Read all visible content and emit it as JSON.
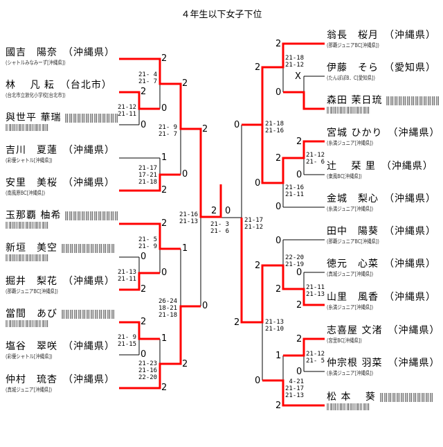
{
  "title": "４年生以下女子下位",
  "left_players": [
    {
      "name": "國吉　陽奈",
      "pref": "（沖縄県）",
      "club": "(シャトルみなみーず[沖縄県])"
    },
    {
      "name": "林　 凡 耘",
      "pref": "（台北市）",
      "club": "(台北市立敦化小学校[台北市])"
    },
    {
      "name": "與世平 華瑞",
      "pref": "",
      "club": ""
    },
    {
      "name": "吉川　夏蓮",
      "pref": "（沖縄県）",
      "club": "(彩優シャトル[沖縄県])"
    },
    {
      "name": "安里　美桜",
      "pref": "（沖縄県）",
      "club": "(南風原BC[沖縄県])"
    },
    {
      "name": "玉那覇 柚希",
      "pref": "",
      "club": ""
    },
    {
      "name": "新垣　美空",
      "pref": "",
      "club": ""
    },
    {
      "name": "掘井　梨花",
      "pref": "（沖縄県）",
      "club": "(那覇ジュニアBC[沖縄県])"
    },
    {
      "name": "當間　あび",
      "pref": "",
      "club": ""
    },
    {
      "name": "塩谷　翠咲",
      "pref": "（沖縄県）",
      "club": "(彩優シャトル[沖縄県])"
    },
    {
      "name": "仲村　琉杏",
      "pref": "（沖縄県）",
      "club": "(真城ジュニア[沖縄県])"
    }
  ],
  "right_players": [
    {
      "name": "翁長　桜月",
      "pref": "（沖縄県）",
      "club": "(那覇ジュニアBC[沖縄県])"
    },
    {
      "name": "伊藤　そら",
      "pref": "（愛知県）",
      "club": "(たんぽぽB．C[愛知県])"
    },
    {
      "name": "森田 茉日琉",
      "pref": "",
      "club": ""
    },
    {
      "name": "宮城 ひかり",
      "pref": "（沖縄県）",
      "club": "(糸満ジュニア[沖縄県])"
    },
    {
      "name": "辻　 栞 里",
      "pref": "（沖縄県）",
      "club": "(東風BC[沖縄県])"
    },
    {
      "name": "金城　梨心",
      "pref": "（沖縄県）",
      "club": "(糸満ジュニア[沖縄県])"
    },
    {
      "name": "田中　陽葵",
      "pref": "（沖縄県）",
      "club": "(那覇ジュニアBC[沖縄県])"
    },
    {
      "name": "徳元　心菜",
      "pref": "（沖縄県）",
      "club": "(真城ジュニア[沖縄県])"
    },
    {
      "name": "山里　風香",
      "pref": "（沖縄県）",
      "club": "(糸満ジュニア[沖縄県])"
    },
    {
      "name": "志喜屋 文渚",
      "pref": "（沖縄県）",
      "club": "(宮里BC[沖縄県])"
    },
    {
      "name": "仲宗根 羽菜",
      "pref": "（沖縄県）",
      "club": "(糸満ジュニア[沖縄県])"
    },
    {
      "name": "松 本　 葵",
      "pref": "",
      "club": ""
    }
  ],
  "left_scores": [
    "2",
    "2",
    "0",
    "0",
    "2",
    "1",
    "0",
    "2",
    "2",
    "2",
    "0",
    "0",
    "2",
    "1",
    "2",
    "1",
    "0",
    "2",
    "2",
    "0"
  ],
  "final_scores": [
    "2",
    "0"
  ],
  "right_scores": [
    "2",
    "X",
    "0",
    "2",
    "0",
    "2",
    "2",
    "0",
    "0",
    "0",
    "0",
    "2",
    "0",
    "2",
    "2",
    "2",
    "2",
    "1",
    "0",
    "0",
    "2"
  ],
  "left_games": [
    "21- 4\n21- 7",
    "21-12\n21-11",
    "21- 9\n21- 7",
    "21-17\n17-21\n21-18",
    "21-16\n21-13",
    "21- 5\n21- 9",
    "21-13\n21-11",
    "26-24\n18-21\n21-18",
    "21- 9\n21-15",
    "21-23\n21-16\n22-20"
  ],
  "final_games": "21- 3\n21- 6",
  "right_games": [
    "21-18\n21-12",
    "21-18\n21-16",
    "21-12\n21- 6",
    "21-16\n21-11",
    "21-17\n21-12",
    "22-20\n21-19",
    "21-11\n21-13",
    "21-13\n21-10",
    "21-12\n21- 5",
    " 4-21\n21-17\n21-13"
  ],
  "colors": {
    "winner_line": "#ff0000",
    "line": "#000000"
  }
}
